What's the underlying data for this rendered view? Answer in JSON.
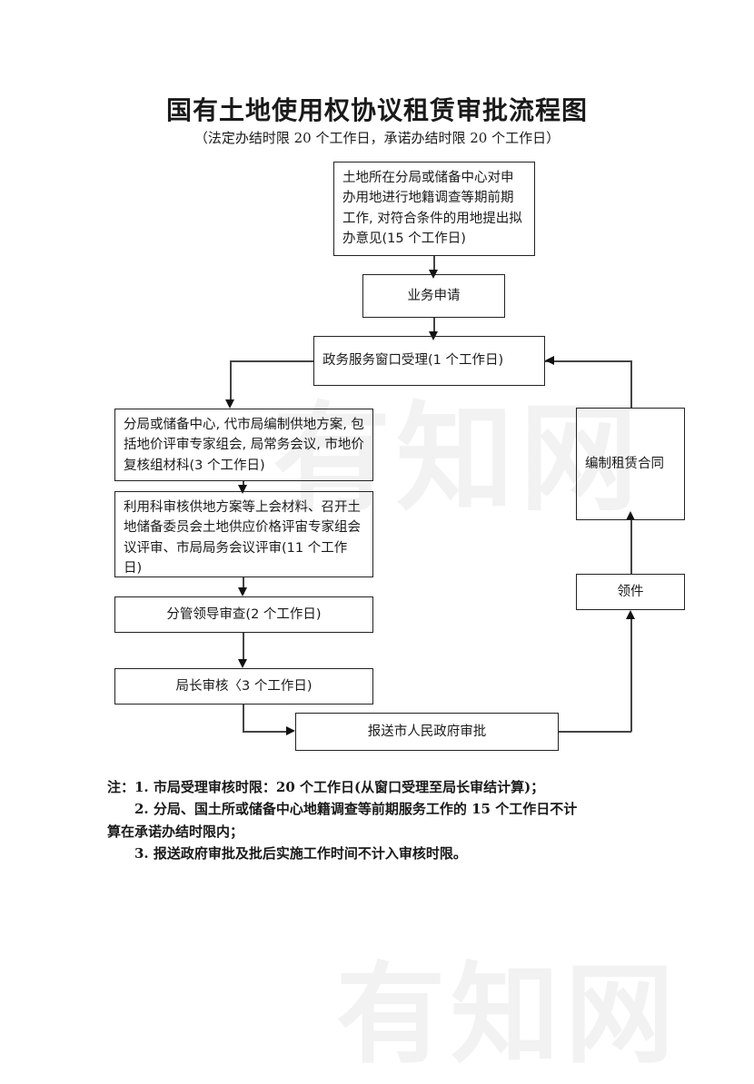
{
  "document": {
    "title": "国有土地使用权协议租赁审批流程图",
    "subtitle": "（法定办结时限 20 个工作日，承诺办结时限 20 个工作日）",
    "watermark": "有知网"
  },
  "flowchart": {
    "type": "process-flow",
    "nodes": [
      {
        "id": "pre-work",
        "label": "土地所在分局或储备中心对申办用地进行地籍调查等期前期工作, 对符合条件的用地提出拟办意见(15 个工作日)",
        "duration": "15 个工作日"
      },
      {
        "id": "business-application",
        "label": "业务申请",
        "duration": ""
      },
      {
        "id": "service-window-acceptance",
        "label": "政务服务窗口受理(1 个工作日)",
        "duration": "1 个工作日"
      },
      {
        "id": "land-supply-plan",
        "label": "分局或储备中心, 代市局编制供地方案, 包括地价评审专家组会, 局常务会议, 市地价复核组材科(3 个工作日)",
        "duration": "3 个工作日"
      },
      {
        "id": "review-meetings",
        "label": "利用科审核供地方案等上会材料、召开土地储备委员会土地供应价格评宙专家组会议评审、市局局务会议评审(11 个工作日)",
        "duration": "11 个工作日"
      },
      {
        "id": "deputy-leader-review",
        "label": "分管领导审查(2 个工作日)",
        "duration": "2 个工作日"
      },
      {
        "id": "director-review",
        "label": "局长审核〈3 个工作日)",
        "duration": "3 个工作日"
      },
      {
        "id": "submit-to-government",
        "label": "报送市人民政府审批",
        "duration": ""
      },
      {
        "id": "lease-contract",
        "label": "编制租赁合同",
        "duration": ""
      },
      {
        "id": "collect-documents",
        "label": "领件",
        "duration": ""
      }
    ],
    "edges": [
      {
        "from": "pre-work",
        "to": "business-application"
      },
      {
        "from": "business-application",
        "to": "service-window-acceptance"
      },
      {
        "from": "service-window-acceptance",
        "to": "land-supply-plan"
      },
      {
        "from": "land-supply-plan",
        "to": "review-meetings"
      },
      {
        "from": "review-meetings",
        "to": "deputy-leader-review"
      },
      {
        "from": "deputy-leader-review",
        "to": "director-review"
      },
      {
        "from": "director-review",
        "to": "submit-to-government"
      },
      {
        "from": "submit-to-government",
        "to": "collect-documents"
      },
      {
        "from": "collect-documents",
        "to": "lease-contract"
      },
      {
        "from": "lease-contract",
        "to": "service-window-acceptance"
      }
    ]
  },
  "notes": {
    "line1": "注：1. 市局受理审核时限：20 个工作日(从窗口受理至局长审结计算)；",
    "line2": "2. 分局、国土所或储备中心地籍调查等前期服务工作的 15 个工作日不计",
    "line2b": "算在承诺办结时限内；",
    "line3": "3. 报送政府审批及批后实施工作时间不计入审核时限。"
  }
}
